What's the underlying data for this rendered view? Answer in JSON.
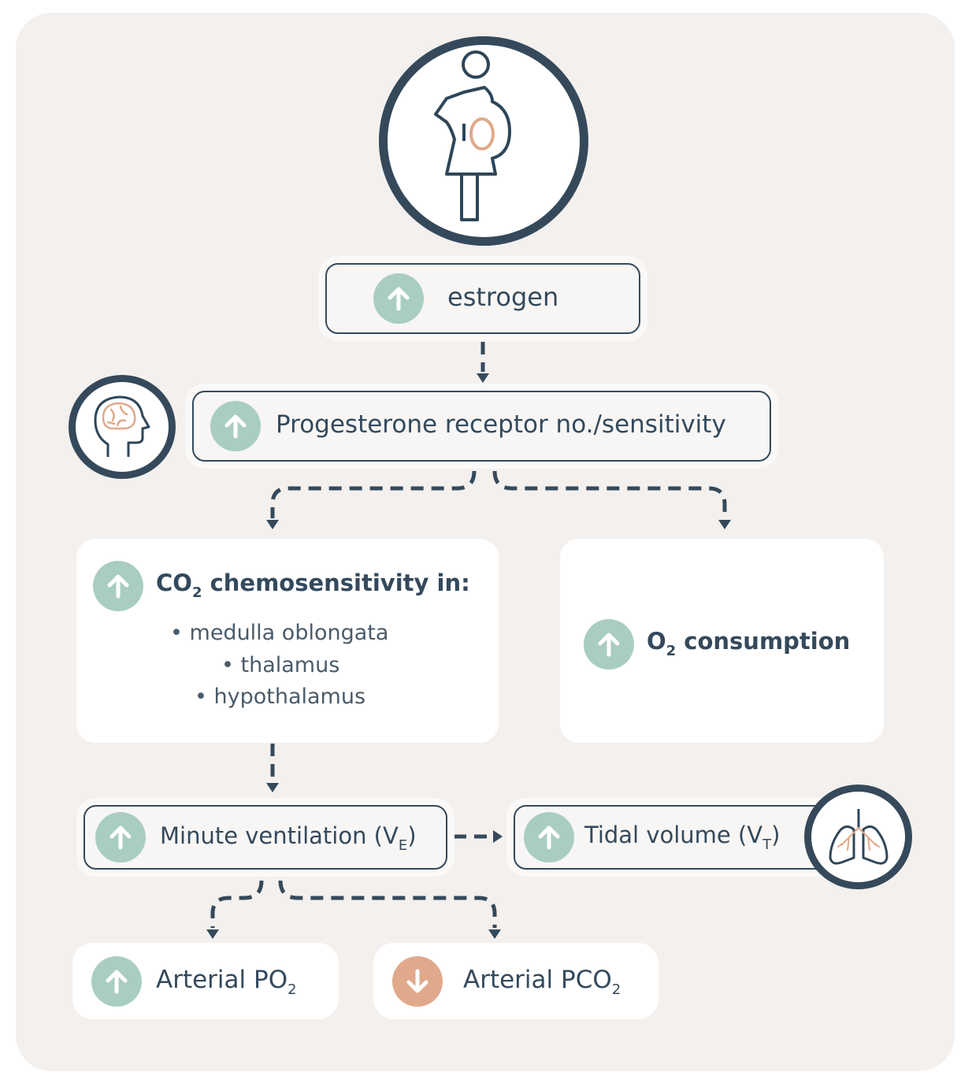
{
  "nodes": {
    "estrogen": "estrogen",
    "progesterone": "Progesterone receptor no./sensitivity",
    "co2_title_pre": "CO",
    "co2_title_sub": "2",
    "co2_title_post": " chemosensitivity in:",
    "co2_regions": [
      "medulla oblongata",
      "thalamus",
      "hypothalamus"
    ],
    "o2_pre": "O",
    "o2_sub": "2",
    "o2_post": " consumption",
    "minute_pre": "Minute ventilation (V",
    "minute_sub": "E",
    "minute_post": ")",
    "tidal_pre": "Tidal volume (V",
    "tidal_sub": "T",
    "tidal_post": ")",
    "po2_pre": "Arterial PO",
    "po2_sub": "2",
    "pco2_pre": "Arterial PCO",
    "pco2_sub": "2"
  },
  "directions": {
    "estrogen": "up",
    "progesterone": "up",
    "co2": "up",
    "o2": "up",
    "minute": "up",
    "tidal": "up",
    "po2": "up",
    "pco2": "down"
  },
  "icons": {
    "top": "pregnant-woman-icon",
    "head": "brain-head-icon",
    "lungs": "lungs-icon"
  },
  "colors": {
    "navy": "#35495b",
    "up_badge": "#a9cdc3",
    "down_badge": "#e0a98b",
    "accent_orange": "#e0a98b",
    "panel_bg": "#f3f0ee"
  }
}
